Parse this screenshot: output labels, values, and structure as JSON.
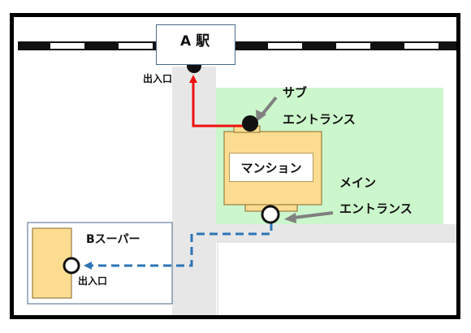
{
  "station": {
    "label": "A 駅",
    "exit_label": "出入口"
  },
  "building": {
    "label": "マンション"
  },
  "sub_entrance": {
    "line1": "サブ",
    "line2": "エントランス"
  },
  "main_entrance": {
    "line1": "メイン",
    "line2": "エントランス"
  },
  "supermarket": {
    "label": "Bスーパー",
    "exit_label": "出入口"
  },
  "colors": {
    "frame": "#000000",
    "road": "#e7e7e7",
    "park": "#ccf6cc",
    "building_fill": "#fbdc91",
    "building_stroke": "#8a6a2a",
    "rail_dash": "#ffffff",
    "sub_route": "#ee1111",
    "main_route": "#2e75b6",
    "pointer_arrow": "#808080"
  },
  "icons": [
    "black-circle-marker-icon",
    "white-circle-marker-icon",
    "gray-arrow-icon"
  ]
}
